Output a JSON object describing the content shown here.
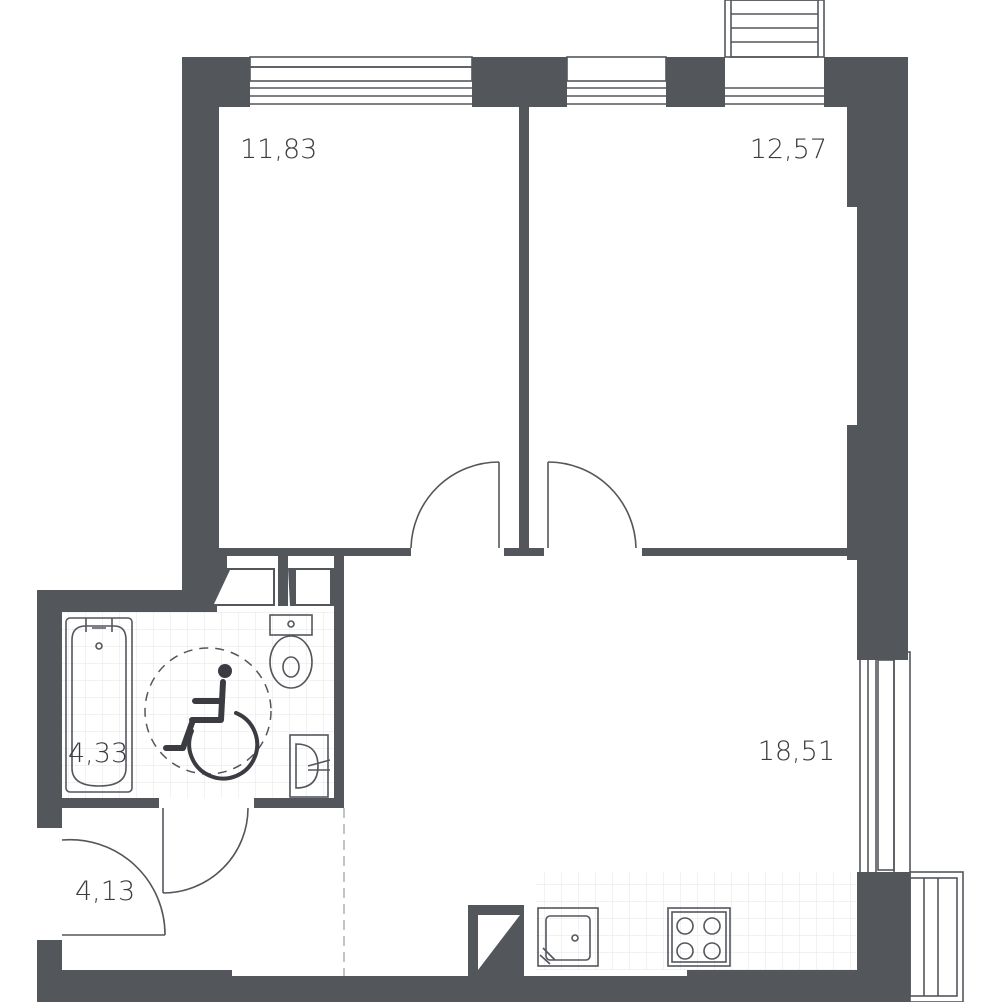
{
  "plan": {
    "rooms": [
      {
        "id": "bedroom-1",
        "area": "11,83"
      },
      {
        "id": "bedroom-2",
        "area": "12,57"
      },
      {
        "id": "kitchen-living",
        "area": "18,51"
      },
      {
        "id": "bathroom",
        "area": "4,33"
      },
      {
        "id": "hallway",
        "area": "4,13"
      }
    ],
    "symbols": {
      "accessibility": "wheelchair-icon"
    },
    "colors": {
      "wall": "#53565b",
      "text": "#3b3c41",
      "tile": "#e4e5e7"
    }
  }
}
